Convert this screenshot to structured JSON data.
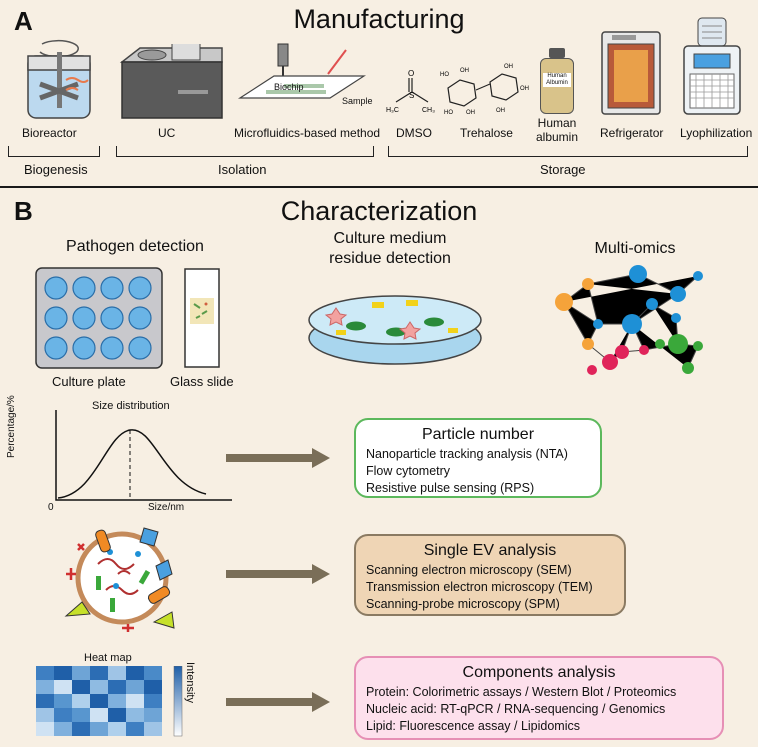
{
  "panel_a": {
    "letter": "A",
    "title": "Manufacturing",
    "items": {
      "bioreactor": "Bioreactor",
      "uc": "UC",
      "microfluidics": "Microfluidics-based method",
      "biochip": "Biochip",
      "sample": "Sample",
      "dmso": "DMSO",
      "trehalose": "Trehalose",
      "albumin_line1": "Human",
      "albumin_line2": "albumin",
      "albumin_bottle": "Human Albumin",
      "refrigerator": "Refrigerator",
      "lyophilization": "Lyophilization"
    },
    "groups": {
      "biogenesis": "Biogenesis",
      "isolation": "Isolation",
      "storage": "Storage"
    }
  },
  "panel_b": {
    "letter": "B",
    "title": "Characterization",
    "pathogen": {
      "title": "Pathogen detection",
      "culture_plate": "Culture plate",
      "glass_slide": "Glass slide"
    },
    "culture_medium": {
      "line1": "Culture medium",
      "line2": "residue detection"
    },
    "multiomics": {
      "title": "Multi-omics"
    },
    "size_plot": {
      "title": "Size distribution",
      "ylabel": "Percentage/%",
      "xlabel": "Size/nm",
      "origin": "0"
    },
    "particle_box": {
      "title": "Particle number",
      "lines": [
        "Nanoparticle tracking analysis (NTA)",
        "Flow cytometry",
        "Resistive pulse sensing (RPS)"
      ],
      "border_color": "#5cb85c"
    },
    "single_ev_box": {
      "title": "Single EV analysis",
      "lines": [
        "Scanning electron microscopy (SEM)",
        "Transmission electron microscopy (TEM)",
        "Scanning-probe microscopy (SPM)"
      ],
      "border_color": "#8a7a62",
      "fill_color": "#efd5b5"
    },
    "heatmap": {
      "title": "Heat map",
      "intensity_label": "Intensity"
    },
    "components_box": {
      "title": "Components analysis",
      "lines": [
        "Protein: Colorimetric assays / Western Blot / Proteomics",
        "Nucleic acid: RT-qPCR / RNA-sequencing / Genomics",
        "Lipid: Fluorescence assay / Lipidomics"
      ],
      "border_color": "#e68fb5",
      "fill_color": "#fde0ec"
    },
    "arrow_color": "#7a6e58"
  }
}
